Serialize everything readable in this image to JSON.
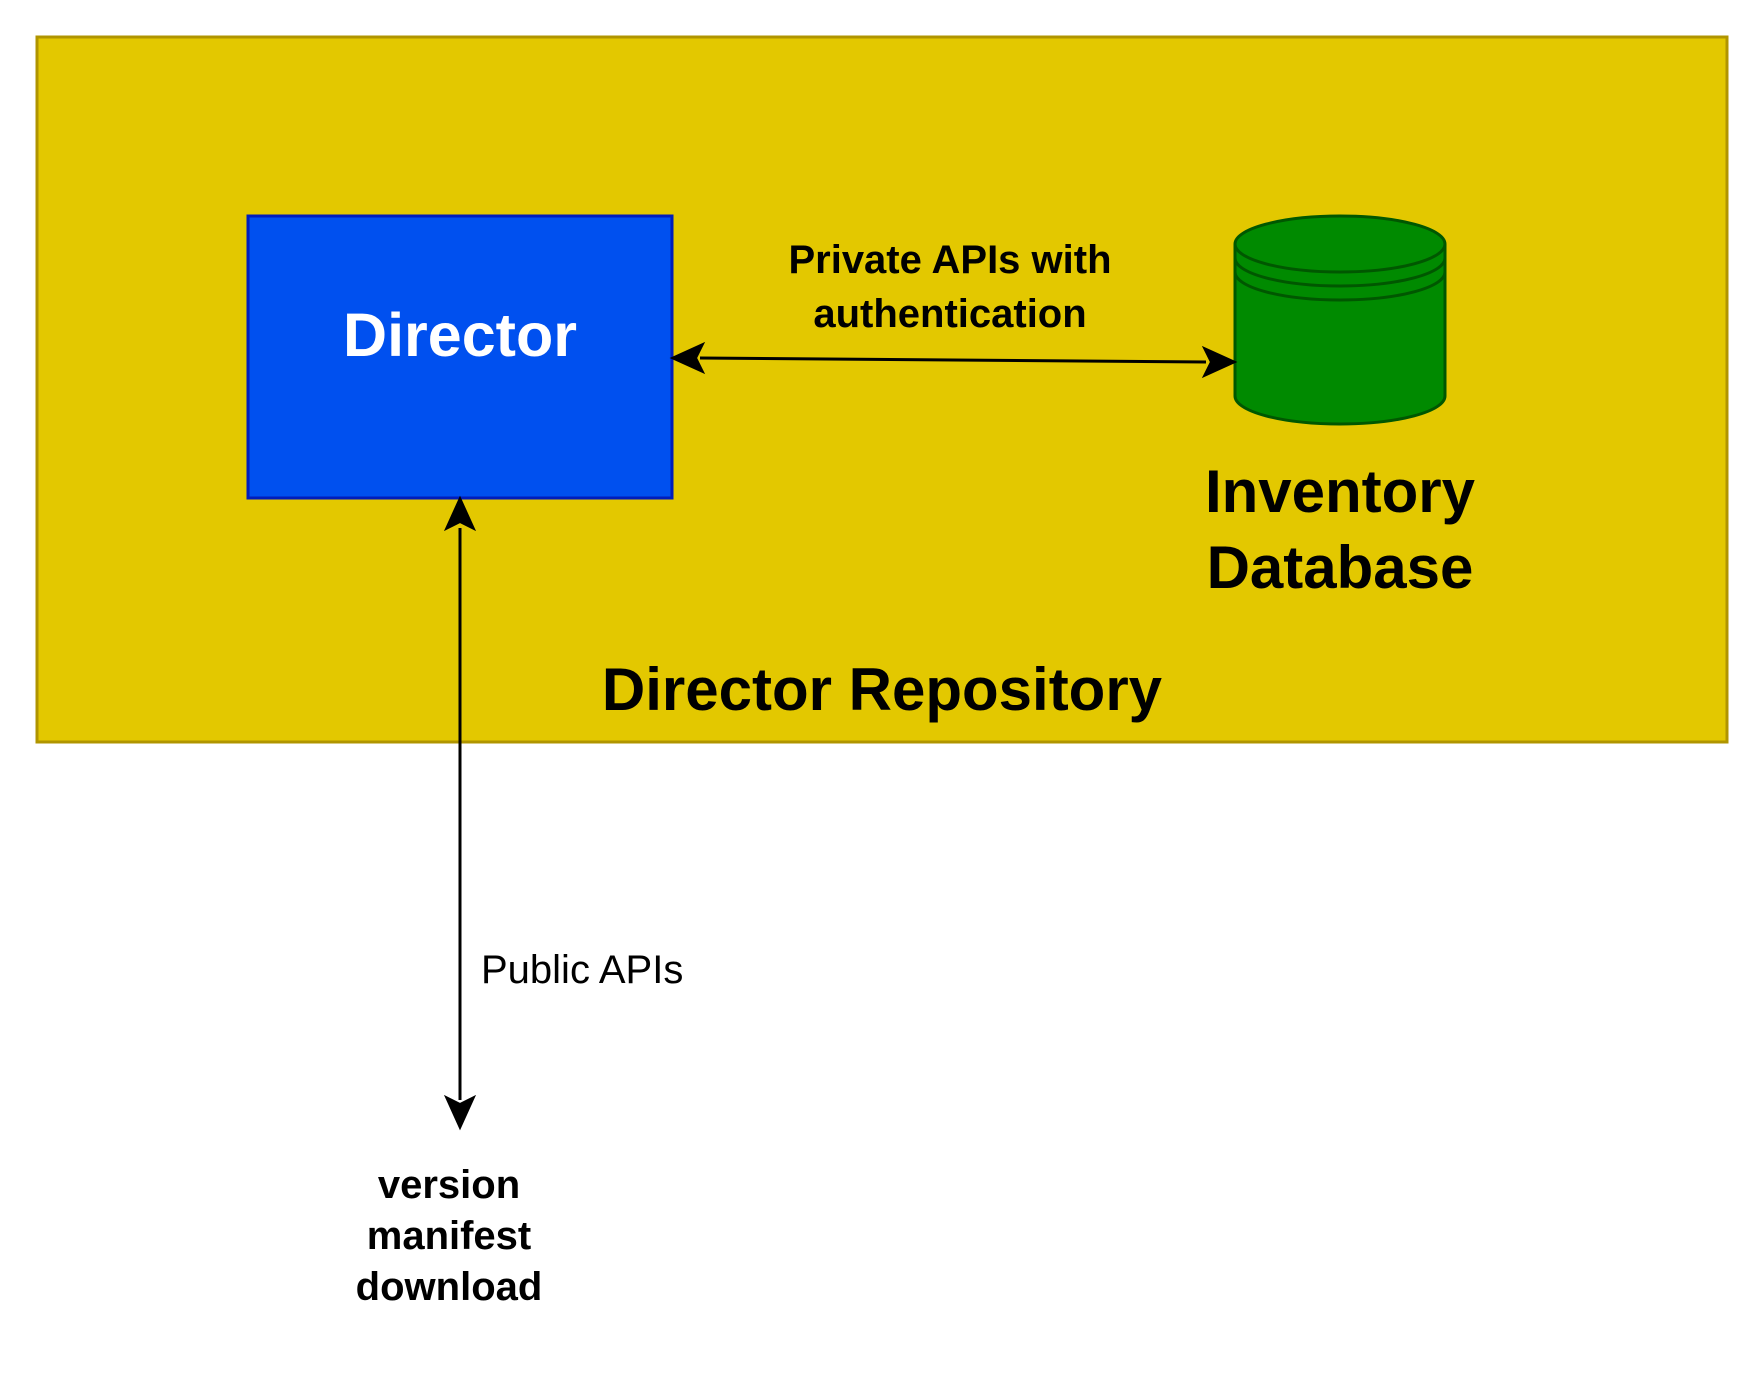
{
  "colors": {
    "background": "#ffffff",
    "repository_fill": "#e3c800",
    "repository_stroke": "#b09500",
    "director_fill": "#0050ef",
    "director_stroke": "#001dbc",
    "database_fill": "#008a00",
    "database_stroke": "#005700",
    "arrow": "#000000",
    "text_dark": "#000000",
    "text_light": "#ffffff"
  },
  "repository": {
    "label": "Director Repository"
  },
  "director": {
    "label": "Director"
  },
  "database": {
    "icon": "database-cylinder-icon",
    "label_line1": "Inventory",
    "label_line2": "Database"
  },
  "private_link": {
    "label_line1": "Private APIs with",
    "label_line2": "authentication"
  },
  "public_link": {
    "label": "Public APIs"
  },
  "endpoint": {
    "label_line1": "version",
    "label_line2": "manifest",
    "label_line3": "download"
  }
}
